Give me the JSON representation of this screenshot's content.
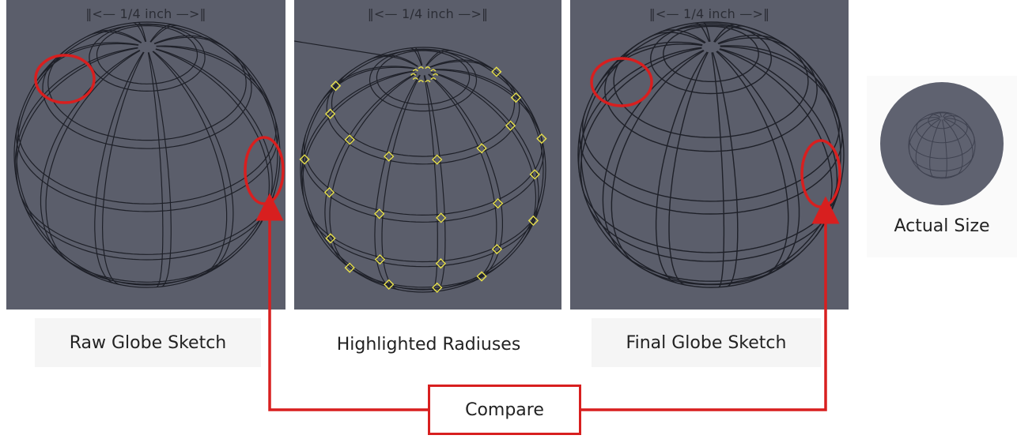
{
  "scale_label": "‖<— 1/4 inch —>‖",
  "panels": [
    {
      "caption": "Raw Globe Sketch"
    },
    {
      "caption": "Highlighted Radiuses"
    },
    {
      "caption": "Final Globe Sketch"
    }
  ],
  "thumbnail": {
    "caption": "Actual Size"
  },
  "compare_label": "Compare",
  "colors": {
    "panel_bg": "#5b5e6b",
    "globe_line": "#1e2028",
    "highlight": "#e8e04a",
    "annotation": "#d81f1f"
  }
}
